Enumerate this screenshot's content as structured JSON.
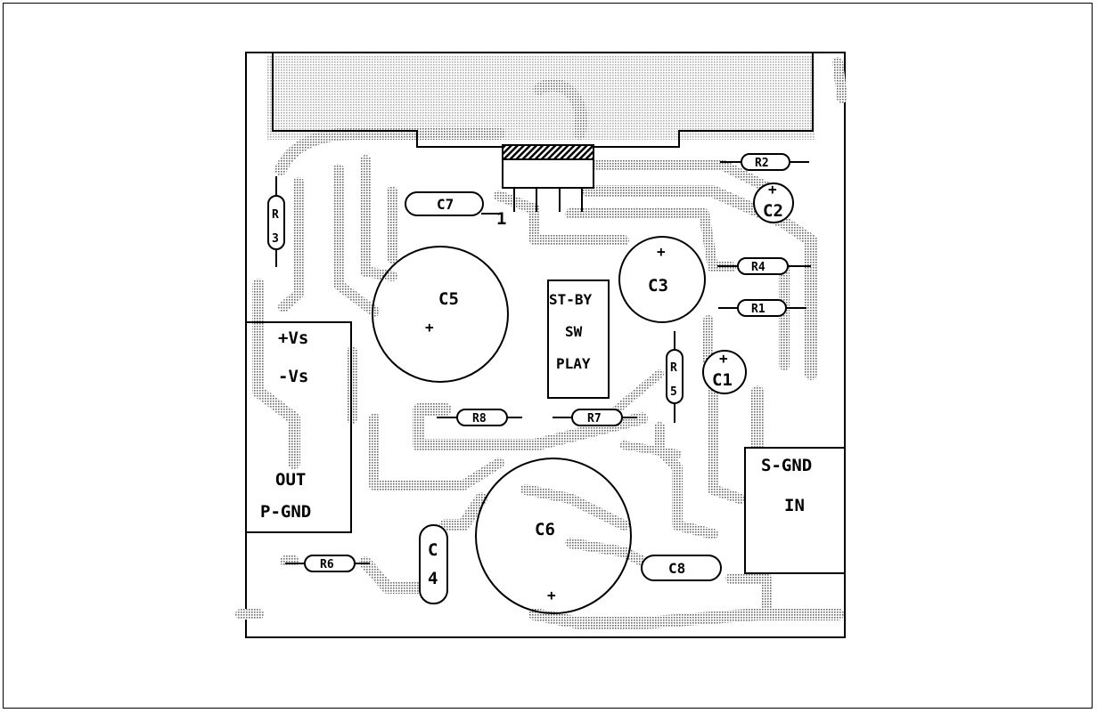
{
  "board": {
    "components": {
      "c7": "C7",
      "pin1": "1",
      "r2": "R2",
      "c2": "C2",
      "c2_pol": "+",
      "r3_a": "R",
      "r3_b": "3",
      "c5": "C5",
      "c5_pol": "+",
      "c3": "C3",
      "c3_pol": "+",
      "r4": "R4",
      "r1": "R1",
      "r5_a": "R",
      "r5_b": "5",
      "c1": "C1",
      "c1_pol": "+",
      "r8": "R8",
      "r7": "R7",
      "c6": "C6",
      "c6_pol": "+",
      "c4_a": "C",
      "c4_b": "4",
      "r6": "R6",
      "c8": "C8"
    },
    "switch": {
      "line1": "ST-BY",
      "line2": "SW",
      "line3": "PLAY"
    },
    "power_connector": {
      "vs_pos": "+Vs",
      "vs_neg": "-Vs",
      "out": "OUT",
      "pgnd": "P-GND"
    },
    "input_connector": {
      "sgnd": "S-GND",
      "in": "IN"
    }
  }
}
